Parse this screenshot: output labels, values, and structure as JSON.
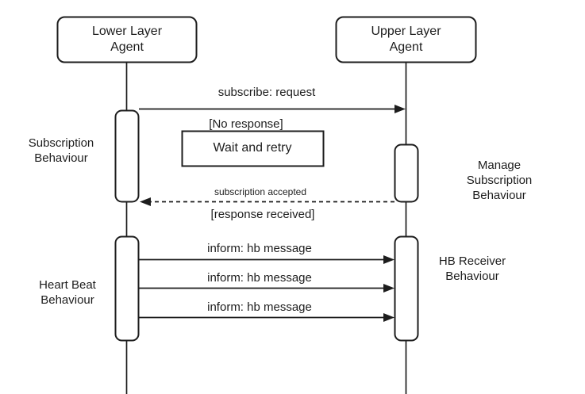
{
  "colors": {
    "stroke": "#1d1d1d",
    "bg": "#ffffff"
  },
  "actors": {
    "lower": "Lower Layer\nAgent",
    "upper": "Upper Layer\nAgent"
  },
  "messages": {
    "subscribe": "subscribe: request",
    "no_response": "[No response]",
    "wait_retry": "Wait and retry",
    "subscription_accepted": "subscription accepted",
    "response_received": "[response received]",
    "inform_1": "inform: hb message",
    "inform_2": "inform: hb message",
    "inform_3": "inform: hb message"
  },
  "behaviours": {
    "subscription": "Subscription\nBehaviour",
    "manage_subscription": "Manage Subscription\nBehaviour",
    "heart_beat": "Heart Beat\nBehaviour",
    "hb_receiver": "HB Receiver\nBehaviour"
  }
}
